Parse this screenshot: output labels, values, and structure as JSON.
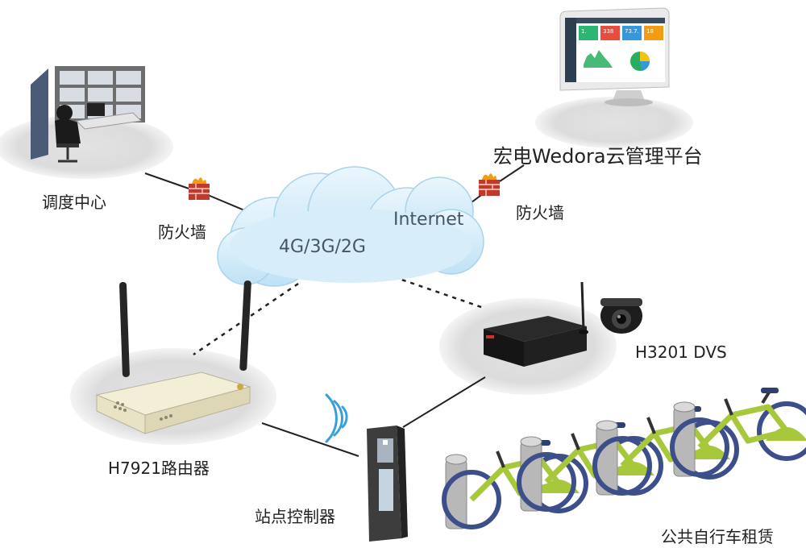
{
  "nodes": {
    "dispatch": {
      "label": "调度中心"
    },
    "firewall_left": {
      "label": "防火墙"
    },
    "cloud_network": {
      "label": "4G/3G/2G"
    },
    "internet": {
      "label": "Internet"
    },
    "firewall_right": {
      "label": "防火墙"
    },
    "cloud_platform": {
      "label": "宏电Wedora云管理平台"
    },
    "router": {
      "label": "H7921路由器"
    },
    "dvs": {
      "label": "H3201 DVS"
    },
    "station_controller": {
      "label": "站点控制器"
    },
    "bike_rental": {
      "label": "公共自行车租赁"
    }
  },
  "dashboard": {
    "cards": [
      {
        "value": "1.",
        "color": "#2bb673"
      },
      {
        "value": "338",
        "color": "#e74c3c"
      },
      {
        "value": "73.7.",
        "color": "#3498db"
      },
      {
        "value": "18",
        "color": "#f39c12"
      }
    ]
  }
}
